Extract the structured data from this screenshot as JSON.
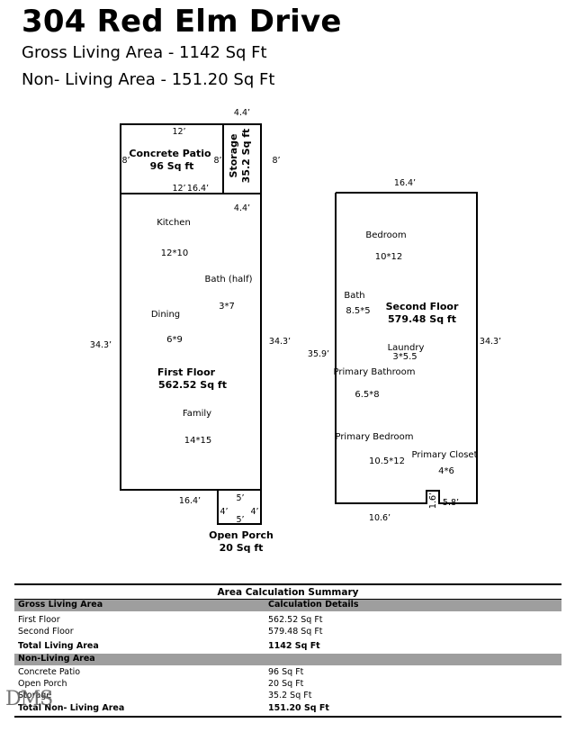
{
  "header": {
    "title": "304 Red Elm Drive",
    "gross_living": "Gross Living Area - 1142 Sq Ft",
    "non_living": "Non- Living Area - 151.20 Sq Ft"
  },
  "first_floor": {
    "name": "First Floor",
    "area": "562.52 Sq ft",
    "dims": {
      "top_storage": "4.4’",
      "patio_top": "12’",
      "patio_left": "8’",
      "patio_right": "8’",
      "storage_right": "8’",
      "patio_bottom": "12’",
      "storage_bottom": "16.4’",
      "below_storage": "4.4’",
      "left_side": "34.3’",
      "right_side": "34.3’",
      "bottom": "16.4’",
      "porch_top": "5’",
      "porch_left": "4’",
      "porch_right": "4’",
      "porch_bottom": "5’"
    },
    "patio": {
      "name": "Concrete Patio",
      "area": "96 Sq ft"
    },
    "storage": {
      "name": "Storage",
      "area": "35.2 Sq ft"
    },
    "porch": {
      "name": "Open Porch",
      "area": "20 Sq ft"
    },
    "rooms": [
      {
        "name": "Kitchen",
        "size": "12*10"
      },
      {
        "name": "Bath (half)",
        "size": "3*7"
      },
      {
        "name": "Dining",
        "size": "6*9"
      },
      {
        "name": "Family",
        "size": "14*15"
      }
    ]
  },
  "second_floor": {
    "name": "Second Floor",
    "area": "579.48 Sq ft",
    "dims": {
      "top": "16.4’",
      "left": "35.9’",
      "right": "34.3’",
      "bottom": "10.6’",
      "notch_v": "1.6’",
      "notch_h": "5.8’"
    },
    "rooms": [
      {
        "name": "Bedroom",
        "size": "10*12"
      },
      {
        "name": "Bath",
        "size": "8.5*5"
      },
      {
        "name": "Laundry",
        "size": "3*5.5"
      },
      {
        "name": "Primary Bathroom",
        "size": "6.5*8"
      },
      {
        "name": "Primary Bedroom",
        "size": "10.5*12"
      },
      {
        "name": "Primary Closet",
        "size": "4*6"
      }
    ]
  },
  "summary": {
    "title": "Area Calculation Summary",
    "gla_header": "Gross Living Area",
    "calc_header": "Calculation Details",
    "gla_rows": [
      {
        "label": "First Floor",
        "value": "562.52 Sq Ft"
      },
      {
        "label": "Second Floor",
        "value": "579.48 Sq Ft"
      }
    ],
    "gla_total": {
      "label": "Total Living Area",
      "value": "1142 Sq Ft"
    },
    "nla_header": "Non-Living Area",
    "nla_rows": [
      {
        "label": "Concrete Patio",
        "value": "96 Sq Ft"
      },
      {
        "label": "Open Porch",
        "value": "20 Sq Ft"
      },
      {
        "label": "Storage",
        "value": "35.2 Sq Ft"
      }
    ],
    "nla_total": {
      "label": "Total Non- Living Area",
      "value": "151.20 Sq Ft"
    }
  },
  "watermark": "DMS",
  "colors": {
    "shade": "#9e9e9e"
  }
}
